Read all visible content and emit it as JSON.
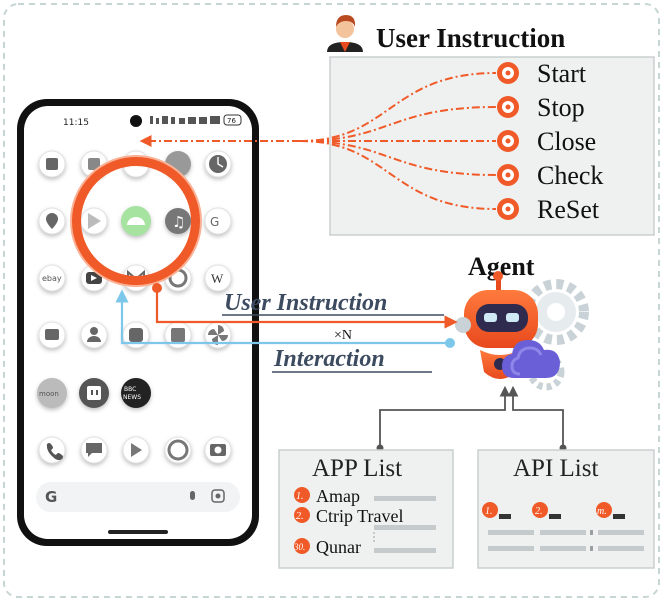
{
  "phone": {
    "time": "11:15",
    "battery": "76"
  },
  "instruction_panel": {
    "title": "User Instruction",
    "commands": [
      "Start",
      "Stop",
      "Close",
      "Check",
      "ReSet"
    ]
  },
  "agent": {
    "label": "Agent"
  },
  "loop": {
    "top_label": "User Instruction",
    "multiplier": "×N",
    "bottom_label": "Interaction"
  },
  "app_list": {
    "title": "APP List",
    "items": [
      {
        "marker": "1.",
        "name": "Amap"
      },
      {
        "marker": "2.",
        "name": "Ctrip Travel"
      },
      {
        "marker": "30.",
        "name": "Qunar"
      }
    ]
  },
  "api_list": {
    "title": "API List",
    "markers": [
      "1.",
      "2.",
      "m."
    ]
  },
  "colors": {
    "accent_orange": "#f05a28",
    "loop_blue": "#7cc7ea",
    "panel_bg": "#eff1f1",
    "dashed_border": "#c8d5d5"
  },
  "icons": [
    "user-avatar-icon",
    "robot-icon",
    "cloud-icon",
    "gear-icon",
    "google-logo",
    "mic-icon",
    "lens-icon"
  ]
}
